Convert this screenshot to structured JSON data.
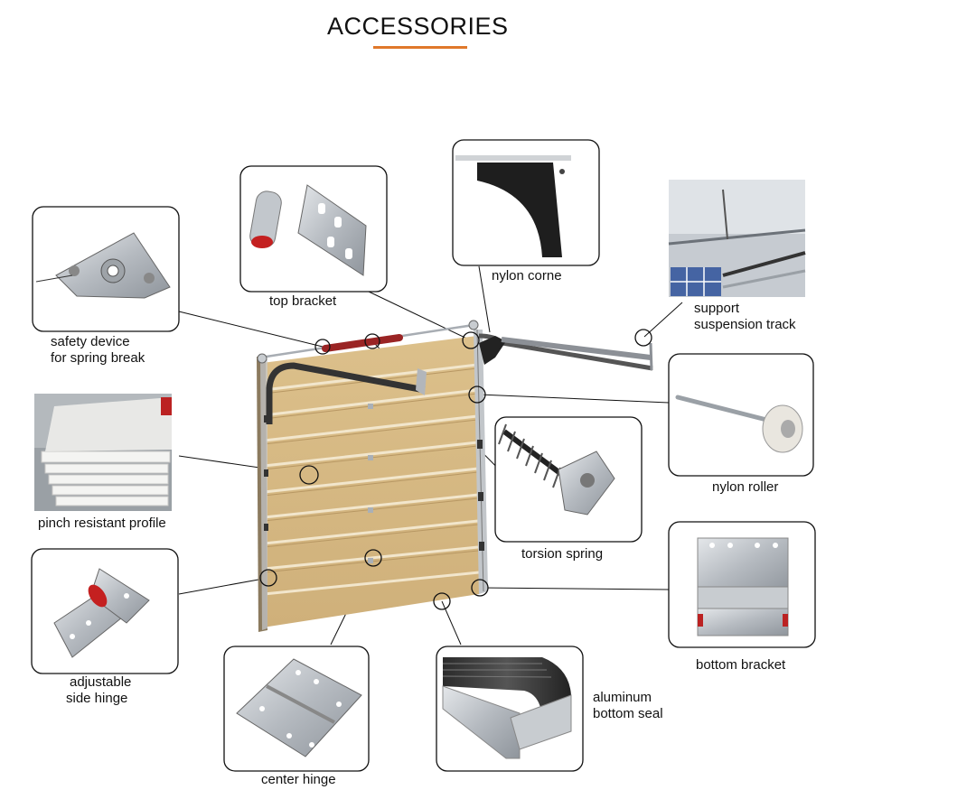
{
  "title": "ACCESSORIES",
  "colors": {
    "accent": "#e0782b",
    "panel": "#d9bb84",
    "panel_line": "#efe0c0",
    "frame": "#3a3a3a",
    "spring": "#9a2424"
  },
  "labels": {
    "safety_device": [
      "safety device",
      "for spring break"
    ],
    "top_bracket": "top bracket",
    "nylon_corne": "nylon corne",
    "support_track": [
      "support",
      "suspension track"
    ],
    "pinch_profile": "pinch resistant profile",
    "nylon_roller": "nylon roller",
    "torsion_spring": "torsion spring",
    "bottom_bracket": "bottom bracket",
    "adjustable_hinge": [
      "adjustable",
      "side hinge"
    ],
    "center_hinge": "center hinge",
    "bottom_seal": [
      "aluminum",
      "bottom seal"
    ]
  }
}
